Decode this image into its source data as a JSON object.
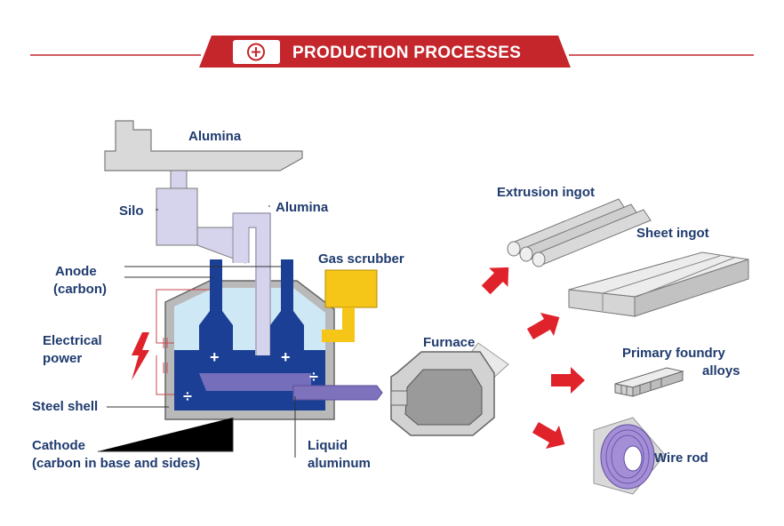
{
  "header": {
    "title": "PRODUCTION PROCESSES",
    "logo_icon": "company-logo-icon",
    "band_color": "#c4262c"
  },
  "labels": {
    "alumina_top": "Alumina",
    "silo": "Silo",
    "alumina_pipe": "Alumina",
    "gas_scrubber": "Gas scrubber",
    "anode_line1": "Anode",
    "anode_line2": "(carbon)",
    "electrical_line1": "Electrical",
    "electrical_line2": "power",
    "steel_shell": "Steel shell",
    "cathode_line1": "Cathode",
    "cathode_line2": "(carbon in base and sides)",
    "liquid_line1": "Liquid",
    "liquid_line2": "aluminum",
    "furnace": "Furnace",
    "extrusion_ingot": "Extrusion ingot",
    "sheet_ingot": "Sheet ingot",
    "foundry_line1": "Primary foundry",
    "foundry_line2": "alloys",
    "wire_rod": "Wire rod"
  },
  "cell": {
    "anode_symbol": "+",
    "cathode_symbol": "÷"
  },
  "colors": {
    "label_text": "#1f3b6e",
    "electrolyte_blue": "#1b3f95",
    "bath_light": "#cfe8f5",
    "silo_lavender": "#d6d4ec",
    "scrubber_yellow": "#f5c518",
    "aluminum_purple": "#8577c2",
    "arrow_red": "#e0222b",
    "steel_gray": "#c9c9c9"
  }
}
